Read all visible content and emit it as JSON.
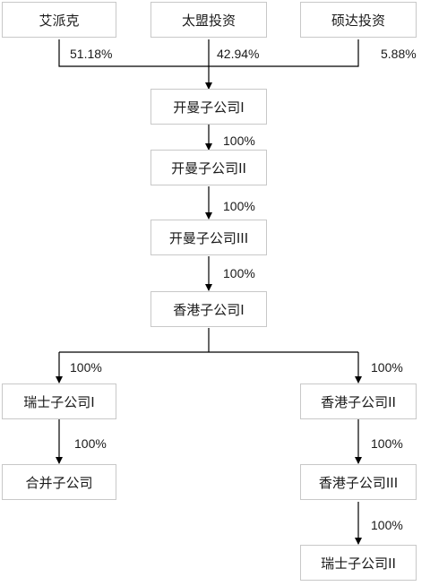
{
  "shareholders": {
    "aipaike": "艾派克",
    "taimeng": "太盟投资",
    "shuoda": "硕达投资"
  },
  "holdings": {
    "aipaike_pct": "51.18%",
    "taimeng_pct": "42.94%",
    "shuoda_pct": "5.88%",
    "kaiman1": "开曼子公司I",
    "kaiman2": "开曼子公司II",
    "kaiman3": "开曼子公司III",
    "hk1": "香港子公司I",
    "swiss1": "瑞士子公司I",
    "merged": "合并子公司",
    "hk2": "香港子公司II",
    "hk3": "香港子公司III",
    "swiss2": "瑞士子公司II"
  },
  "ownership": {
    "k1_k2": "100%",
    "k2_k3": "100%",
    "k3_hk1": "100%",
    "hk1_swiss1": "100%",
    "hk1_hk2": "100%",
    "swiss1_merged": "100%",
    "hk2_hk3": "100%",
    "hk3_swiss2": "100%"
  }
}
